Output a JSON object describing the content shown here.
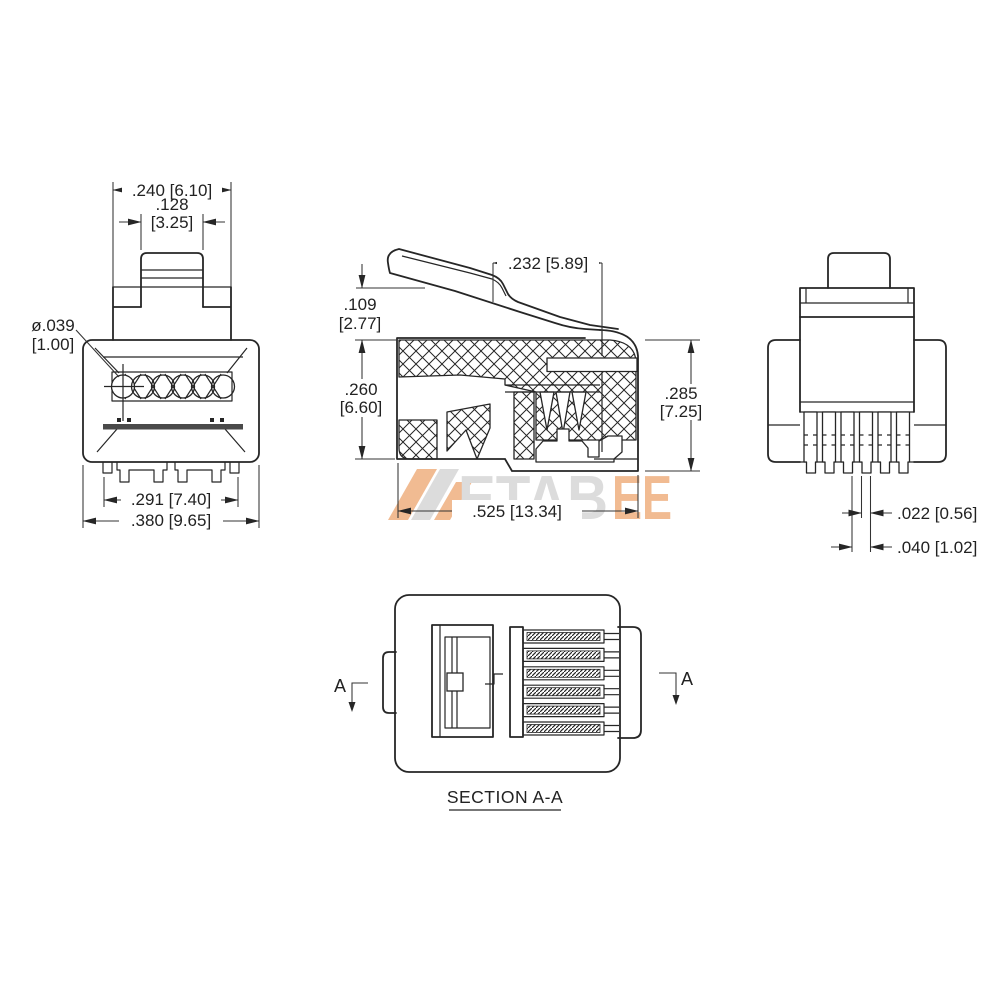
{
  "watermark": {
    "part1": "ETAB",
    "part2": "EE",
    "color_gray": "#d9d9d9",
    "color_orange": "#f0b487"
  },
  "front_view": {
    "dim_latch_outer_width": ".240 [6.10]",
    "dim_latch_tab_width_in": ".128",
    "dim_latch_tab_width_mm": "[3.25]",
    "dim_wire_diameter_in": "ø.039",
    "dim_wire_diameter_mm": "[1.00]",
    "dim_contact_span": ".291 [7.40]",
    "dim_body_width": ".380 [9.65]"
  },
  "side_view": {
    "dim_latch_tip_offset": ".232 [5.89]",
    "dim_latch_rise_in": ".109",
    "dim_latch_rise_mm": "[2.77]",
    "dim_front_height_in": ".260",
    "dim_front_height_mm": "[6.60]",
    "dim_overall_height_in": ".285",
    "dim_overall_height_mm": "[7.25]",
    "dim_overall_length": ".525 [13.34]"
  },
  "rear_view": {
    "dim_contact_width": ".022 [0.56]",
    "dim_contact_pitch": ".040 [1.02]"
  },
  "section_view": {
    "title": "SECTION A-A",
    "cut_label_left": "A",
    "cut_label_right": "A"
  }
}
